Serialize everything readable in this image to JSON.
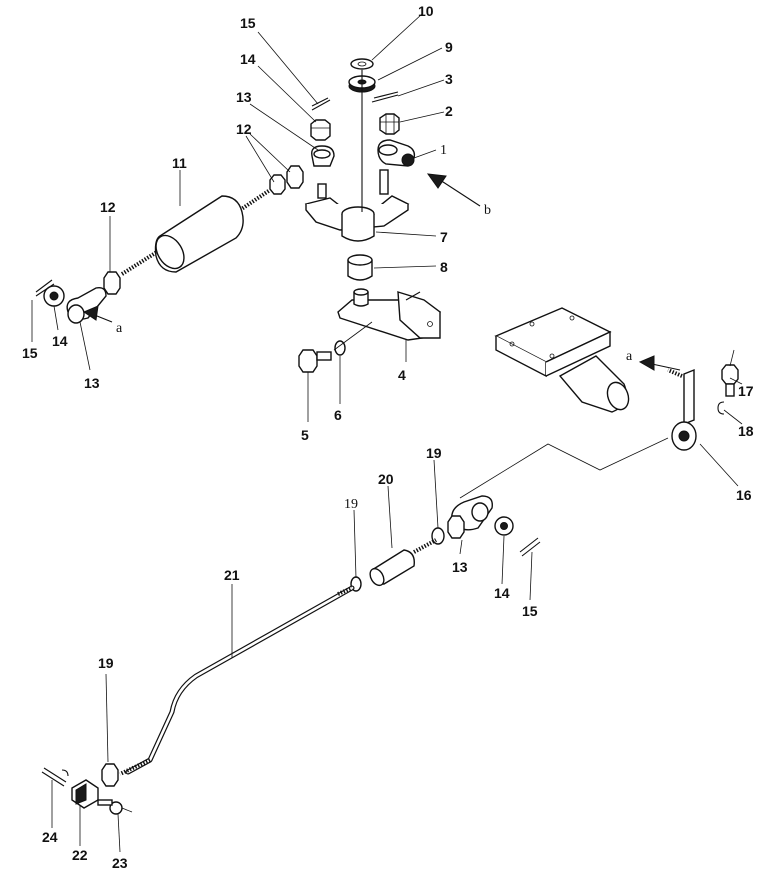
{
  "callouts": {
    "n1": "1",
    "n2": "2",
    "n3": "3",
    "n4": "4",
    "n5": "5",
    "n6": "6",
    "n7": "7",
    "n8": "8",
    "n9": "9",
    "n10": "10",
    "n11": "11",
    "n12a": "12",
    "n12b": "12",
    "n13a": "13",
    "n13b": "13",
    "n13c": "13",
    "n14a": "14",
    "n14b": "14",
    "n14c": "14",
    "n15a": "15",
    "n15b": "15",
    "n15c": "15",
    "n16": "16",
    "n17": "17",
    "n18": "18",
    "n19a": "19",
    "n19b": "19",
    "n19c": "19",
    "n20": "20",
    "n21": "21",
    "n22": "22",
    "n23": "23",
    "n24": "24"
  },
  "view_markers": {
    "a1": "a",
    "a2": "a",
    "b": "b"
  }
}
